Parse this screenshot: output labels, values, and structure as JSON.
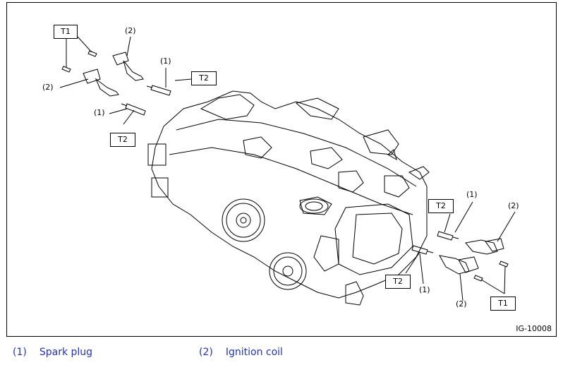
{
  "figure_id": "IG-10008",
  "callout_tags": {
    "t1": "T1",
    "t2": "T2"
  },
  "callout_numbers": {
    "n1": "(1)",
    "n2": "(2)"
  },
  "legend": [
    {
      "number": "(1)",
      "label": "Spark plug"
    },
    {
      "number": "(2)",
      "label": "Ignition coil"
    }
  ]
}
